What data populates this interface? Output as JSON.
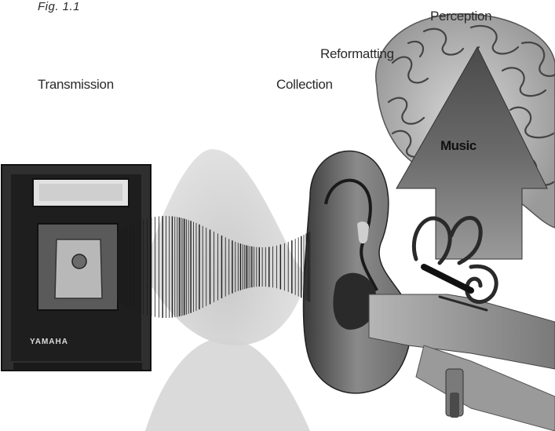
{
  "figure": {
    "caption": "Fig. 1.1",
    "labels": {
      "transmission": "Transmission",
      "collection": "Collection",
      "reformatting": "Reformatting",
      "perception": "Perception",
      "music": "Music"
    },
    "speaker_brand": "YAMAHA"
  }
}
